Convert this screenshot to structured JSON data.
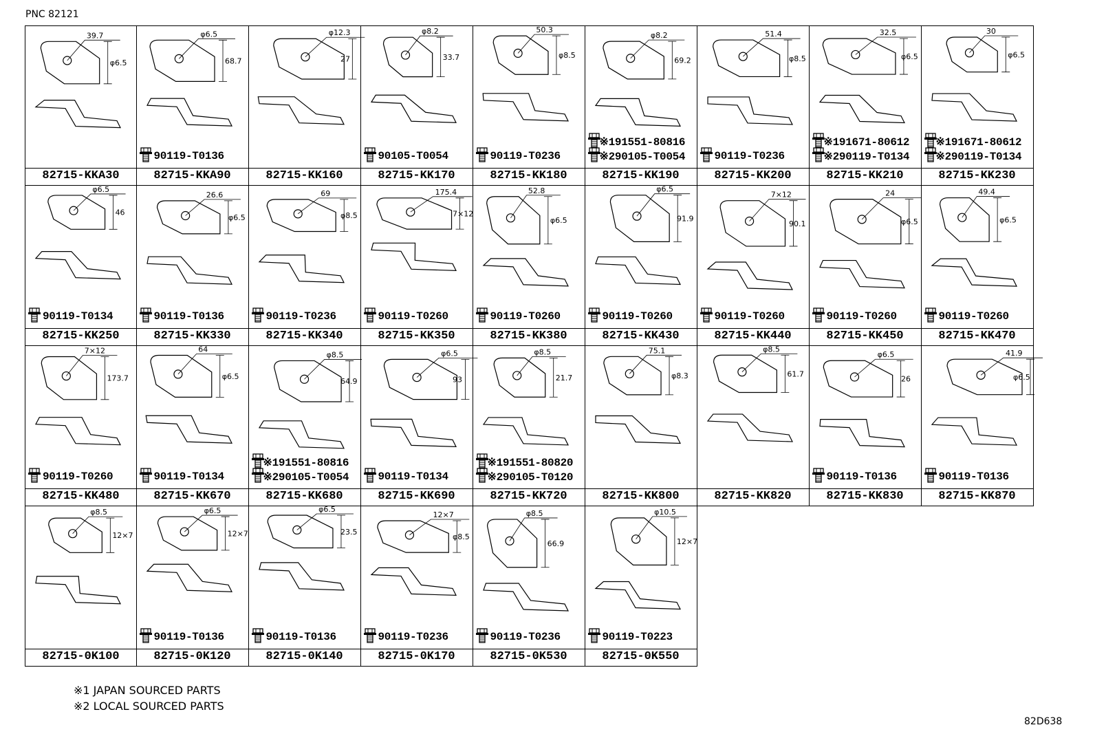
{
  "header": {
    "pnc": "PNC 82121"
  },
  "footer": {
    "notes": [
      "※1 JAPAN SOURCED PARTS",
      "※2 LOCAL SOURCED PARTS"
    ],
    "code": "82D638"
  },
  "cells": [
    {
      "part": "82715-KKA30",
      "bolt": [],
      "dims": [
        "39.7",
        "φ6.5"
      ]
    },
    {
      "part": "82715-KKA90",
      "bolt": [
        "90119-T0136"
      ],
      "dims": [
        "φ6.5",
        "68.7"
      ]
    },
    {
      "part": "82715-KK160",
      "bolt": [],
      "dims": [
        "φ12.3",
        "27"
      ]
    },
    {
      "part": "82715-KK170",
      "bolt": [
        "90105-T0054"
      ],
      "dims": [
        "φ8.2",
        "33.7"
      ]
    },
    {
      "part": "82715-KK180",
      "bolt": [
        "90119-T0236"
      ],
      "dims": [
        "50.3",
        "φ8.5"
      ]
    },
    {
      "part": "82715-KK190",
      "bolt": [
        "※191551-80816",
        "※290105-T0054"
      ],
      "dims": [
        "φ8.2",
        "69.2"
      ]
    },
    {
      "part": "82715-KK200",
      "bolt": [
        "90119-T0236"
      ],
      "dims": [
        "51.4",
        "φ8.5"
      ]
    },
    {
      "part": "82715-KK210",
      "bolt": [
        "※191671-80612",
        "※290119-T0134"
      ],
      "dims": [
        "32.5",
        "φ6.5"
      ]
    },
    {
      "part": "82715-KK230",
      "bolt": [
        "※191671-80612",
        "※290119-T0134"
      ],
      "dims": [
        "30",
        "φ6.5"
      ]
    },
    {
      "part": "82715-KK250",
      "bolt": [
        "90119-T0134"
      ],
      "dims": [
        "φ6.5",
        "46"
      ]
    },
    {
      "part": "82715-KK330",
      "bolt": [
        "90119-T0136"
      ],
      "dims": [
        "26.6",
        "φ6.5"
      ]
    },
    {
      "part": "82715-KK340",
      "bolt": [
        "90119-T0236"
      ],
      "dims": [
        "69",
        "φ8.5"
      ]
    },
    {
      "part": "82715-KK350",
      "bolt": [
        "90119-T0260"
      ],
      "dims": [
        "175.4",
        "7×12"
      ]
    },
    {
      "part": "82715-KK380",
      "bolt": [
        "90119-T0260"
      ],
      "dims": [
        "52.8",
        "φ6.5"
      ]
    },
    {
      "part": "82715-KK430",
      "bolt": [
        "90119-T0260"
      ],
      "dims": [
        "φ6.5",
        "91.9"
      ]
    },
    {
      "part": "82715-KK440",
      "bolt": [
        "90119-T0260"
      ],
      "dims": [
        "7×12",
        "90.1"
      ]
    },
    {
      "part": "82715-KK450",
      "bolt": [
        "90119-T0260"
      ],
      "dims": [
        "24",
        "φ6.5"
      ]
    },
    {
      "part": "82715-KK470",
      "bolt": [
        "90119-T0260"
      ],
      "dims": [
        "49.4",
        "φ6.5"
      ]
    },
    {
      "part": "82715-KK480",
      "bolt": [
        "90119-T0260"
      ],
      "dims": [
        "7×12",
        "173.7"
      ]
    },
    {
      "part": "82715-KK670",
      "bolt": [
        "90119-T0134"
      ],
      "dims": [
        "64",
        "φ6.5"
      ]
    },
    {
      "part": "82715-KK680",
      "bolt": [
        "※191551-80816",
        "※290105-T0054"
      ],
      "dims": [
        "φ8.5",
        "64.9"
      ]
    },
    {
      "part": "82715-KK690",
      "bolt": [
        "90119-T0134"
      ],
      "dims": [
        "φ6.5",
        "93"
      ]
    },
    {
      "part": "82715-KK720",
      "bolt": [
        "※191551-80820",
        "※290105-T0120"
      ],
      "dims": [
        "φ8.5",
        "21.7"
      ]
    },
    {
      "part": "82715-KK800",
      "bolt": [],
      "dims": [
        "75.1",
        "φ8.3"
      ]
    },
    {
      "part": "82715-KK820",
      "bolt": [],
      "dims": [
        "φ8.5",
        "61.7"
      ]
    },
    {
      "part": "82715-KK830",
      "bolt": [
        "90119-T0136"
      ],
      "dims": [
        "φ6.5",
        "26"
      ]
    },
    {
      "part": "82715-KK870",
      "bolt": [
        "90119-T0136"
      ],
      "dims": [
        "41.9",
        "φ6.5"
      ]
    },
    {
      "part": "82715-0K100",
      "bolt": [],
      "dims": [
        "φ8.5",
        "12×7"
      ]
    },
    {
      "part": "82715-0K120",
      "bolt": [
        "90119-T0136"
      ],
      "dims": [
        "φ6.5",
        "12×7"
      ]
    },
    {
      "part": "82715-0K140",
      "bolt": [
        "90119-T0136"
      ],
      "dims": [
        "φ6.5",
        "23.5"
      ]
    },
    {
      "part": "82715-0K170",
      "bolt": [
        "90119-T0236"
      ],
      "dims": [
        "12×7",
        "φ8.5"
      ]
    },
    {
      "part": "82715-0K530",
      "bolt": [
        "90119-T0236"
      ],
      "dims": [
        "φ8.5",
        "66.9"
      ]
    },
    {
      "part": "82715-0K550",
      "bolt": [
        "90119-T0223"
      ],
      "dims": [
        "φ10.5",
        "12×7"
      ]
    }
  ]
}
